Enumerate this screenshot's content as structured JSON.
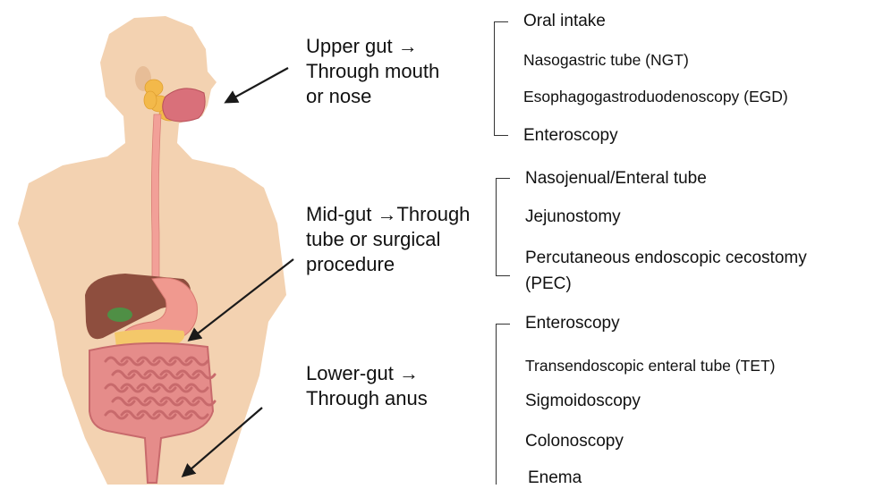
{
  "colors": {
    "skin": "#f3d2b1",
    "skin_shadow": "#e7bd97",
    "esophagus": "#f2a098",
    "liver": "#8e4e3e",
    "stomach": "#f0998f",
    "gallbladder": "#4f8f45",
    "pancreas": "#f4c86a",
    "intestine": "#e58c8a",
    "intestine_dark": "#c86a6c",
    "mouth": "#d9707a",
    "gland": "#f3b94a",
    "arrow": "#1a1a1a",
    "text": "#111111"
  },
  "routes": {
    "upper": {
      "label": "Upper gut →\nThrough mouth\nor nose"
    },
    "mid": {
      "label": "Mid-gut →Through\ntube or surgical\nprocedure"
    },
    "lower": {
      "label": "Lower-gut →\nThrough anus"
    }
  },
  "methods": {
    "upper": [
      "Oral intake",
      "Nasogastric tube (NGT)",
      "Esophagogastroduodenoscopy (EGD)",
      "Enteroscopy"
    ],
    "mid": [
      "Nasojenual/Enteral tube",
      "Jejunostomy",
      "Percutaneous endoscopic cecostomy",
      "(PEC)"
    ],
    "lower": [
      "Enteroscopy",
      "Transendoscopic enteral tube (TET)",
      "Sigmoidoscopy",
      "Colonoscopy",
      "Enema"
    ]
  }
}
